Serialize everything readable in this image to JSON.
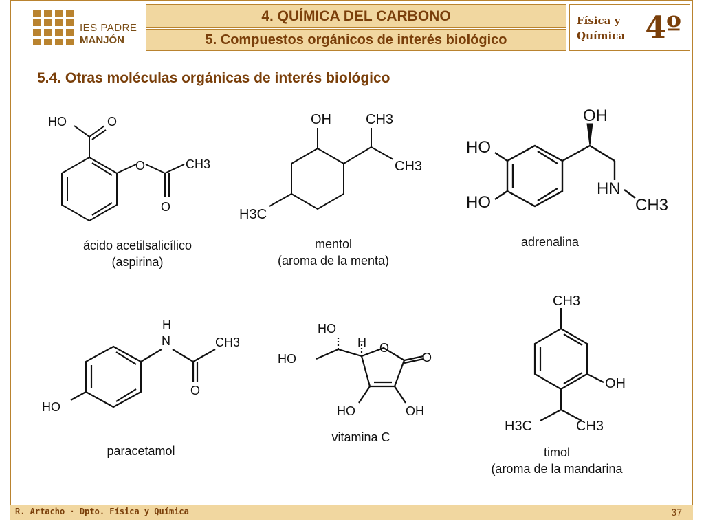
{
  "header": {
    "logo_line1": "IES PADRE",
    "logo_line2": "MANJÓN",
    "unit_title": "4. QUÍMICA DEL CARBONO",
    "lesson_title": "5. Compuestos orgánicos de interés biológico",
    "subject_line1": "Física y",
    "subject_line2": "Química",
    "level": "4º"
  },
  "section": {
    "title": "5.4. Otras moléculas orgánicas de interés biológico"
  },
  "molecules": [
    {
      "name": "ácido acetilsalicílico",
      "note": "(aspirina)",
      "atoms": {
        "ho": "HO",
        "o_carbonyl": "O",
        "o_ester": "O",
        "ch3": "CH3",
        "o_acetyl": "O"
      }
    },
    {
      "name": "mentol",
      "note": "(aroma de la menta)",
      "atoms": {
        "oh": "OH",
        "ch3_top": "CH3",
        "ch3_right": "CH3",
        "h3c": "H3C"
      }
    },
    {
      "name": "adrenalina",
      "note": "",
      "atoms": {
        "oh": "OH",
        "ho_top": "HO",
        "ho_bottom": "HO",
        "hn": "HN",
        "ch3": "CH3"
      }
    },
    {
      "name": "paracetamol",
      "note": "",
      "atoms": {
        "h": "H",
        "n": "N",
        "ch3": "CH3",
        "o": "O",
        "ho": "HO"
      }
    },
    {
      "name": "vitamina C",
      "note": "",
      "atoms": {
        "ho_top": "HO",
        "h": "H",
        "ho_left": "HO",
        "o_ring": "O",
        "o_keto": "O",
        "ho_bottom": "HO",
        "oh_bottom": "OH"
      }
    },
    {
      "name": "timol",
      "note": "(aroma de la mandarina",
      "atoms": {
        "ch3_top": "CH3",
        "oh": "OH",
        "h3c": "H3C",
        "ch3_bottom": "CH3"
      }
    }
  ],
  "footer": {
    "author": "R. Artacho · Dpto. Física y Química",
    "page": "37"
  },
  "colors": {
    "accent": "#b9832f",
    "band": "#f1d7a0",
    "title_text": "#7a3f0a"
  }
}
